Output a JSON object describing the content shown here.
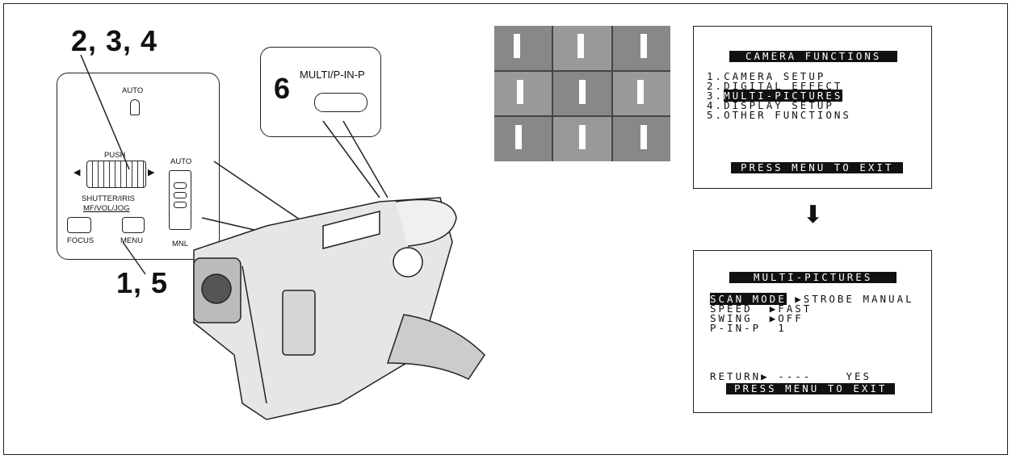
{
  "steps": {
    "top": "2, 3, 4",
    "bottom": "1, 5",
    "six": "6"
  },
  "control_panel": {
    "auto_top": "AUTO",
    "push": "PUSH",
    "auto_switch": "AUTO",
    "shutter_iris": "SHUTTER/IRIS",
    "mf_vol_jog": "MF/VOL/JOG",
    "focus": "FOCUS",
    "menu": "MENU",
    "mnl": "MNL"
  },
  "multi_button_label": "MULTI/P-IN-P",
  "camera_functions_menu": {
    "title": "CAMERA FUNCTIONS",
    "items": [
      {
        "num": "1",
        "label": "CAMERA SETUP"
      },
      {
        "num": "2",
        "label": "DIGITAL EFFECT"
      },
      {
        "num": "3",
        "label": "MULTI-PICTURES"
      },
      {
        "num": "4",
        "label": "DISPLAY SETUP"
      },
      {
        "num": "5",
        "label": "OTHER FUNCTIONS"
      }
    ],
    "footer": "PRESS MENU TO EXIT"
  },
  "multi_pictures_menu": {
    "title": "MULTI-PICTURES",
    "rows": [
      {
        "label": "SCAN MODE",
        "value": "STROBE MANUAL"
      },
      {
        "label": "SPEED",
        "value": "FAST"
      },
      {
        "label": "SWING",
        "value": "OFF"
      },
      {
        "label": "P-IN-P",
        "value": "1"
      }
    ],
    "return_label": "RETURN",
    "return_dashes": "----",
    "return_value": "YES",
    "footer": "PRESS MENU TO EXIT"
  },
  "arrow_glyph": "⬇"
}
